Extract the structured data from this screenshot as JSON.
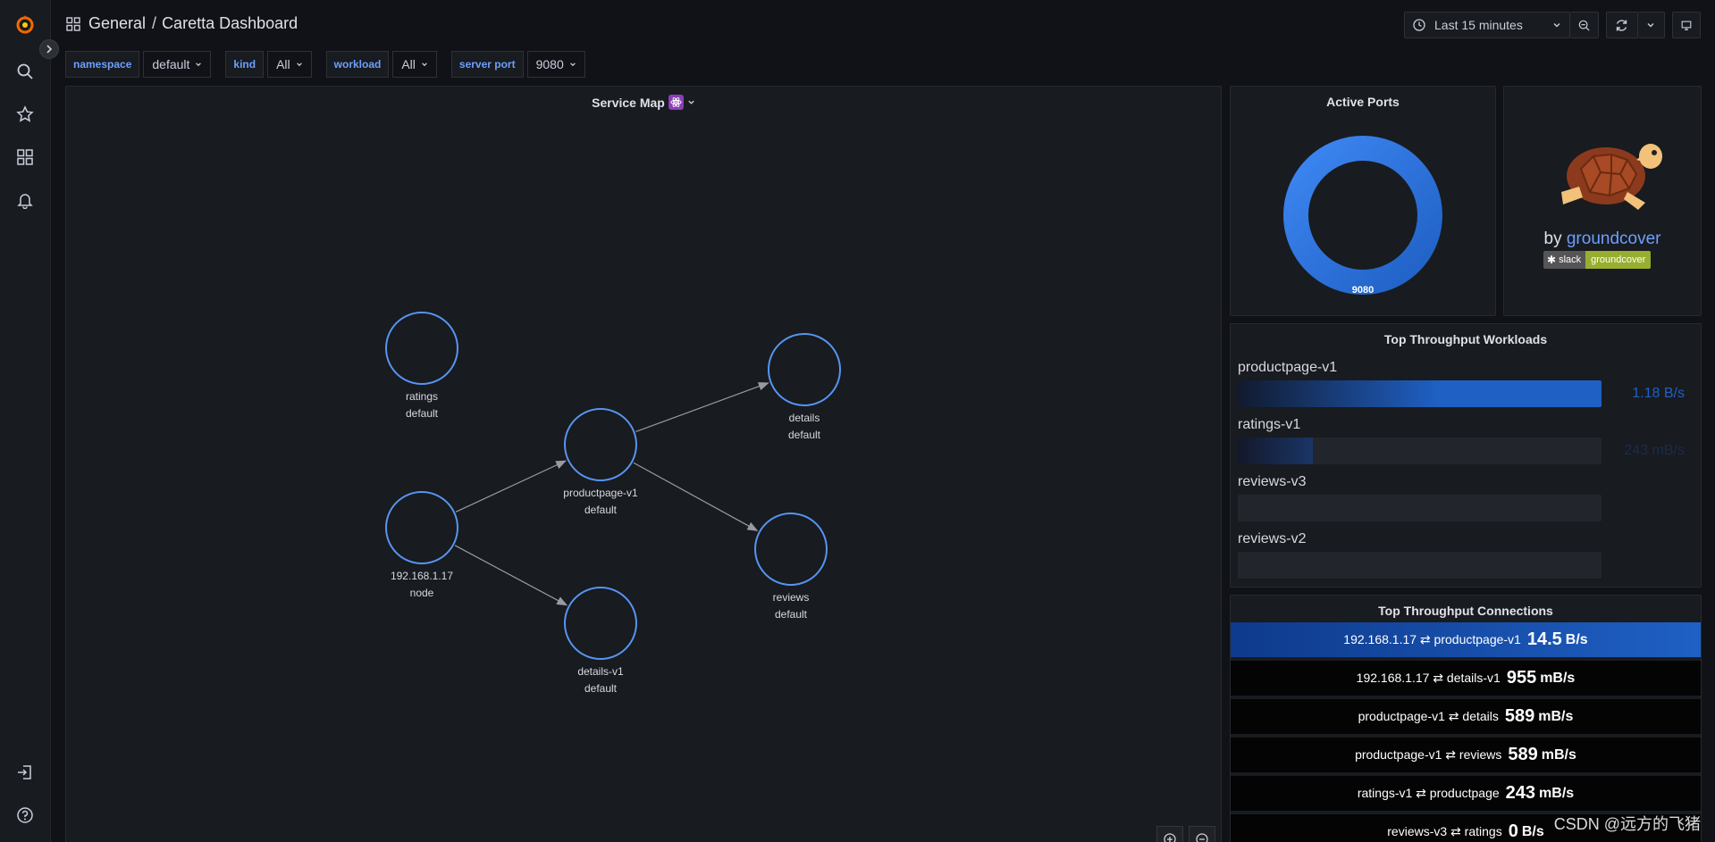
{
  "header": {
    "folder": "General",
    "separator": "/",
    "title": "Caretta Dashboard",
    "time_range": "Last 15 minutes"
  },
  "variables": [
    {
      "label": "namespace",
      "value": "default"
    },
    {
      "label": "kind",
      "value": "All"
    },
    {
      "label": "workload",
      "value": "All"
    },
    {
      "label": "server port",
      "value": "9080"
    }
  ],
  "service_map": {
    "title": "Service Map",
    "nodes": [
      {
        "id": "ratings",
        "name": "ratings",
        "sub": "default"
      },
      {
        "id": "node",
        "name": "192.168.1.17",
        "sub": "node"
      },
      {
        "id": "productpage",
        "name": "productpage-v1",
        "sub": "default"
      },
      {
        "id": "detailsv1",
        "name": "details-v1",
        "sub": "default"
      },
      {
        "id": "details",
        "name": "details",
        "sub": "default"
      },
      {
        "id": "reviews",
        "name": "reviews",
        "sub": "default"
      }
    ],
    "edges": [
      {
        "from": "node",
        "to": "productpage"
      },
      {
        "from": "node",
        "to": "detailsv1"
      },
      {
        "from": "productpage",
        "to": "details"
      },
      {
        "from": "productpage",
        "to": "reviews"
      }
    ]
  },
  "active_ports": {
    "title": "Active Ports",
    "chart_data": {
      "type": "pie",
      "categories": [
        "9080"
      ],
      "values": [
        1
      ]
    },
    "label": "9080"
  },
  "brand": {
    "by": "by",
    "name": "groundcover",
    "badge_left": "slack",
    "badge_right": "groundcover"
  },
  "workloads": {
    "title": "Top Throughput Workloads",
    "items": [
      {
        "name": "productpage-v1",
        "value": "1.18 B/s",
        "fraction": 1.0
      },
      {
        "name": "ratings-v1",
        "value": "243 mB/s",
        "fraction": 0.206
      },
      {
        "name": "reviews-v3",
        "value": "",
        "fraction": 0
      },
      {
        "name": "reviews-v2",
        "value": "",
        "fraction": 0
      }
    ]
  },
  "connections": {
    "title": "Top Throughput Connections",
    "items": [
      {
        "name": "192.168.1.17 ⇄ productpage-v1",
        "num": "14.5",
        "unit": "B/s"
      },
      {
        "name": "192.168.1.17 ⇄ details-v1",
        "num": "955",
        "unit": "mB/s"
      },
      {
        "name": "productpage-v1 ⇄ details",
        "num": "589",
        "unit": "mB/s"
      },
      {
        "name": "productpage-v1 ⇄ reviews",
        "num": "589",
        "unit": "mB/s"
      },
      {
        "name": "ratings-v1 ⇄ productpage",
        "num": "243",
        "unit": "mB/s"
      },
      {
        "name": "reviews-v3 ⇄ ratings",
        "num": "0",
        "unit": "B/s"
      }
    ]
  },
  "watermark": "CSDN @远方的飞猪",
  "colors": {
    "accent": "#5794f2",
    "bar": "#1f60c4",
    "node_stroke": "#5794f2"
  }
}
